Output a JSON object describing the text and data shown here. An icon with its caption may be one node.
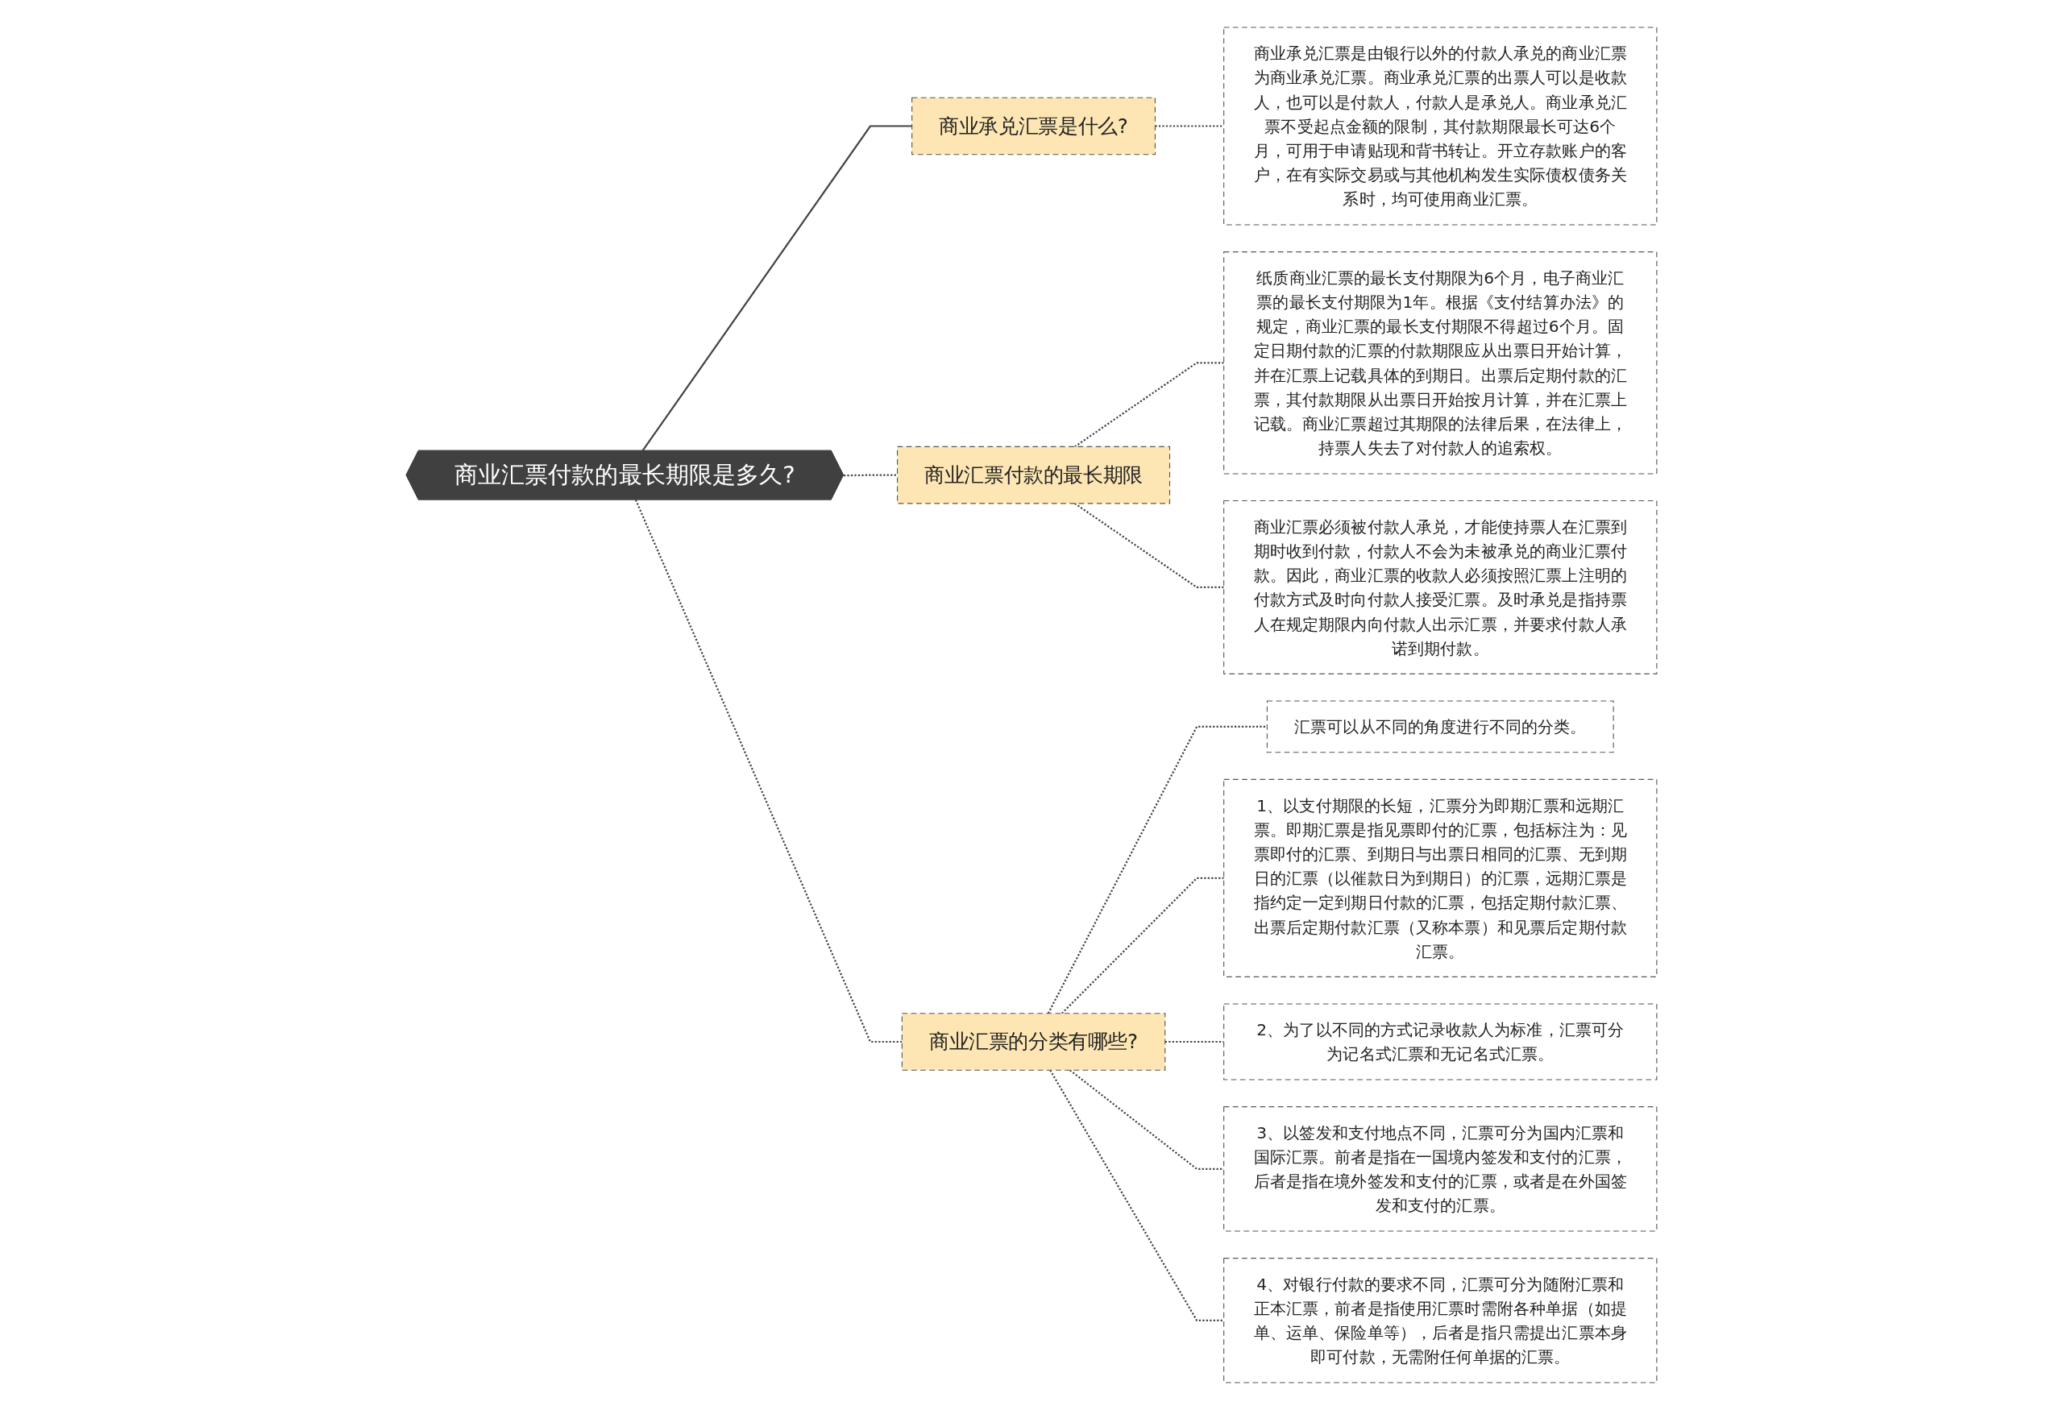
{
  "diagram": {
    "nodes": [
      {
        "text": [
          "商业汇票付款的最长期限是多久?"
        ]
      },
      {
        "text": [
          "商业承兑汇票是什么?"
        ]
      },
      {
        "text": [
          "商业承兑汇票是由银行以外的付款人承兑的商业汇票为商业承兑汇票。商业承兑汇票的出票人可以是收款人，也可以是付款人，付款人是承兑人。商业承兑汇票不受起点金额的限制，其付款期限最长可达6个月，可用于申请贴现和背书转让。开立存款账户的客户，在有实际交易或与其他机构发生实际债权债务关系时，均可使用商业汇票。"
        ]
      },
      {
        "text": [
          "商业汇票付款的最长期限"
        ]
      },
      {
        "text": [
          "纸质商业汇票的最长支付期限为6个月，电子商业汇票的最长支付期限为1年。根据《支付结算办法》的规定，商业汇票的最长支付期限不得超过6个月。固定日期付款的汇票的付款期限应从出票日开始计算，并在汇票上记载具体的到期日。出票后定期付款的汇票，其付款期限从出票日开始按月计算，并在汇票上记载。商业汇票超过其期限的法律后果，在法律上，持票人失去了对付款人的追索权。"
        ]
      },
      {
        "text": [
          "商业汇票必须被付款人承兑，才能使持票人在汇票到期时收到付款，付款人不会为未被承兑的商业汇票付款。因此，商业汇票的收款人必须按照汇票上注明的付款方式及时向付款人接受汇票。及时承兑是指持票人在规定期限内向付款人出示汇票，并要求付款人承诺到期付款。"
        ]
      },
      {
        "text": [
          "商业汇票的分类有哪些?"
        ]
      },
      {
        "text": [
          "汇票可以从不同的角度进行不同的分类。"
        ]
      },
      {
        "text": [
          "1、以支付期限的长短，汇票分为即期汇票和远期汇票。即期汇票是指见票即付的汇票，包括标注为：见票即付的汇票、到期日与出票日相同的汇票、无到期日的汇票（以催款日为到期日）的汇票，远期汇票是指约定一定到期日付款的汇票，包括定期付款汇票、出票后定期付款汇票（又称本票）和见票后定期付款汇票。"
        ]
      },
      {
        "text": [
          "2、为了以不同的方式记录收款人为标准，汇票可分为记名式汇票和无记名式汇票。"
        ]
      },
      {
        "text": [
          "3、以签发和支付地点不同，汇票可分为国内汇票和国际汇票。前者是指在一国境内签发和支付的汇票，后者是指在境外签发和支付的汇票，或者是在外国签发和支付的汇票。"
        ]
      },
      {
        "text": [
          "4、对银行付款的要求不同，汇票可分为随附汇票和正本汇票，前者是指使用汇票时需附各种单据（如提单、运单、保险单等），后者是指只需提出汇票本身即可付款，无需附任何单据的汇票。"
        ]
      }
    ],
    "edges": [
      {
        "from": 0,
        "to": 1,
        "arrow": "none"
      },
      {
        "from": 1,
        "to": 2,
        "arrow": "none",
        "style": "dashed"
      },
      {
        "from": 0,
        "to": 3,
        "arrow": "none",
        "style": "dashed"
      },
      {
        "from": 3,
        "to": 4,
        "arrow": "none",
        "style": "dashed"
      },
      {
        "from": 3,
        "to": 5,
        "arrow": "none",
        "style": "dashed"
      },
      {
        "from": 0,
        "to": 6,
        "arrow": "none",
        "style": "dashed"
      },
      {
        "from": 6,
        "to": 7,
        "arrow": "none",
        "style": "dashed"
      },
      {
        "from": 6,
        "to": 8,
        "arrow": "none",
        "style": "dashed"
      },
      {
        "from": 6,
        "to": 9,
        "arrow": "none",
        "style": "dashed"
      },
      {
        "from": 6,
        "to": 10,
        "arrow": "none",
        "style": "dashed"
      },
      {
        "from": 6,
        "to": 11,
        "arrow": "none",
        "style": "dashed"
      }
    ]
  }
}
